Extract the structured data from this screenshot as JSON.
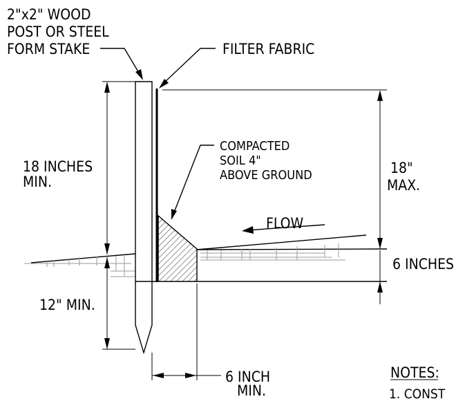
{
  "labels": {
    "post_line1": "2\"x2\" WOOD",
    "post_line2": "POST OR STEEL",
    "post_line3": "FORM STAKE",
    "filter_fabric": "FILTER FABRIC",
    "compacted_line1": "COMPACTED",
    "compacted_line2": "SOIL 4\"",
    "compacted_line3": "ABOVE GROUND",
    "left_dim_line1": "18 INCHES",
    "left_dim_line2": "MIN.",
    "right_dim_line1": "18\"",
    "right_dim_line2": "MAX.",
    "flow": "FLOW",
    "six_inches": "6 INCHES",
    "twelve_min": "12\" MIN.",
    "six_inch_line1": "6 INCH",
    "six_inch_line2": "MIN.",
    "notes": "NOTES:",
    "note_1": "1.    CONST"
  }
}
